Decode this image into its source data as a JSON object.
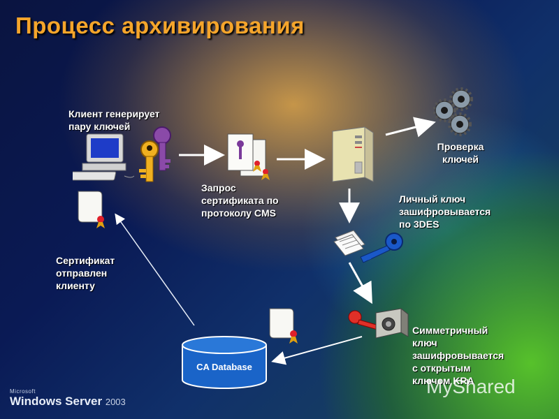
{
  "slide": {
    "title": "Процесс архивирования"
  },
  "labels": {
    "client_generates": [
      "Клиент генерирует",
      "пару ключей"
    ],
    "cert_request": [
      "Запрос",
      "сертификата по",
      "протоколу CMS"
    ],
    "key_check": [
      "Проверка",
      "ключей"
    ],
    "private_key_3des": [
      "Личный ключ",
      "зашифровывается",
      "по 3DES"
    ],
    "cert_sent": [
      "Сертификат",
      "отправлен",
      "клиенту"
    ],
    "symmetric_key": [
      "Симметричный",
      "ключ",
      "зашифровывается",
      "с открытым",
      "ключом KRA"
    ],
    "ca_database": "CA Database"
  },
  "branding": {
    "top": "Microsoft",
    "product": "Windows Server",
    "version": "2003"
  },
  "watermark": "MyShared",
  "icons": [
    "computer-icon",
    "key-pair-icon",
    "certificate-request-icon",
    "server-icon",
    "gears-icon",
    "document-key-icon",
    "safe-icon",
    "certificate-icon",
    "database-icon"
  ],
  "colors": {
    "title": "#f5a52b",
    "accent_blue": "#1a58c8",
    "key_gold": "#e0a010",
    "key_purple": "#7a3a9a"
  }
}
